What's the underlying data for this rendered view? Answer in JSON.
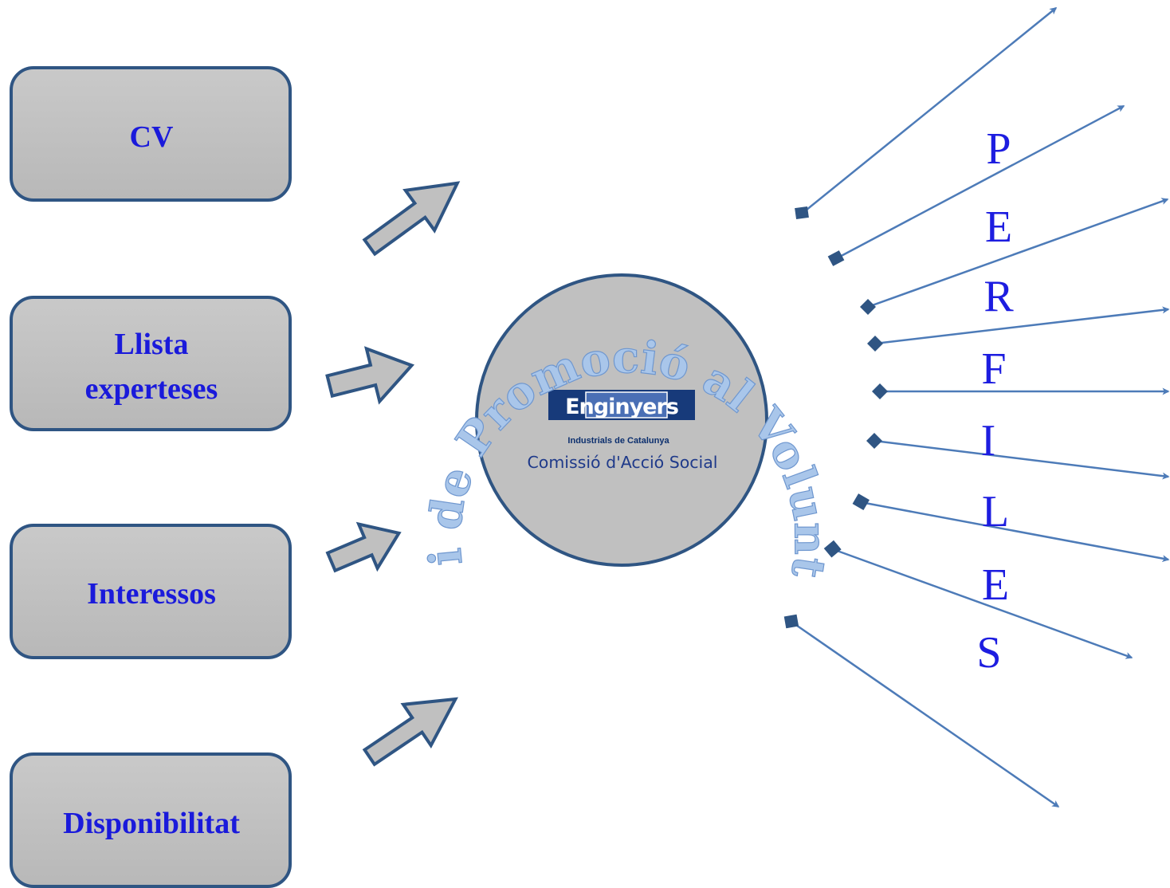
{
  "inputs": {
    "items": [
      {
        "lines": [
          "CV"
        ]
      },
      {
        "lines": [
          "Llista",
          "experteses"
        ]
      },
      {
        "lines": [
          "Interessos"
        ]
      },
      {
        "lines": [
          "Disponibilitat"
        ]
      }
    ]
  },
  "center": {
    "arc_text": "Servei de Promoció al Voluntariat",
    "logo_main_left": "Eng",
    "logo_main_right": "inyers",
    "logo_sub": "Industrials de Catalunya",
    "caption": "Comissió d'Acció Social"
  },
  "outputs": {
    "label_letters": [
      "P",
      "E",
      "R",
      "F",
      "I",
      "L",
      "E",
      "S"
    ],
    "arrow_count": 9
  },
  "colors": {
    "box_fill": "#c0c0c0",
    "box_stroke": "#2f5583",
    "text_blue": "#1a1adb",
    "arrow_blue": "#4d7bb8",
    "arc_text_fill": "#a9c6ea",
    "logo_navy": "#173a7a"
  }
}
